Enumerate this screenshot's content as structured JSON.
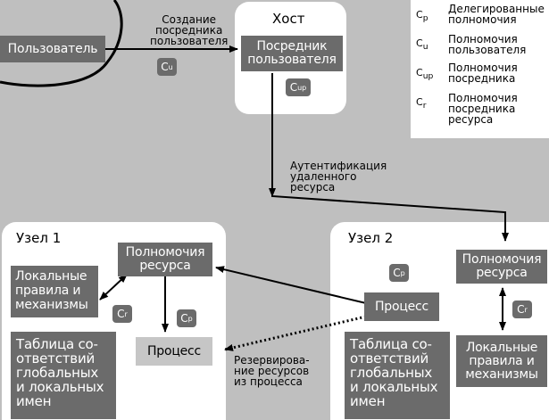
{
  "user_box": "Пользователь",
  "create_proxy_label": "Создание\nпосредника\nпользователя",
  "cu_badge": "C",
  "cu_sub": "u",
  "host": {
    "title": "Хост",
    "proxy": "Посредник\nпользователя",
    "badge": "C",
    "badge_sub": "up"
  },
  "auth_label": "Аутентификация\nудаленного\nресурса",
  "legend": [
    {
      "sym": "C",
      "sub": "p",
      "text": "Делегированные\nполномочия"
    },
    {
      "sym": "C",
      "sub": "u",
      "text": "Полномочия\nпользователя"
    },
    {
      "sym": "C",
      "sub": "up",
      "text": "Полномочия\nпосредника"
    },
    {
      "sym": "C",
      "sub": "r",
      "text": "Полномочия\nпосредника\nресурса"
    }
  ],
  "node1": {
    "title": "Узел 1",
    "resource": "Полномочия\nресурса",
    "rules": "Локальные\nправила и\nмеханизмы",
    "cr_badge": "C",
    "cr_sub": "r",
    "cp_badge": "C",
    "cp_sub": "p",
    "process": "Процесс",
    "table": "Таблица со-\nответствий\nглобальных\nи локальных\nимен"
  },
  "reserve_label": "Резервирова-\nние ресурсов\nиз процесса",
  "node2": {
    "title": "Узел 2",
    "cp_badge": "C",
    "cp_sub": "p",
    "process": "Процесс",
    "table": "Таблица со-\nответствий\nглобальных\nи локальных\nимен"
  },
  "right": {
    "resource": "Полномочия\nресурса",
    "cr_badge": "C",
    "cr_sub": "r",
    "rules": "Локальные\nправила и\nмеханизмы"
  }
}
